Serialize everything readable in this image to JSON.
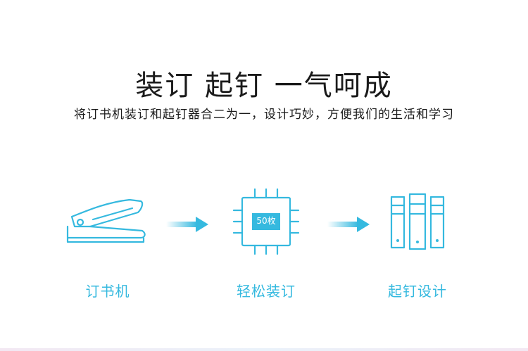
{
  "header": {
    "title": "装订 起钉 一气呵成",
    "subtitle": "将订书机装订和起钉器合二为一，设计巧妙，方便我们的生活和学习"
  },
  "steps": [
    {
      "label": "订书机",
      "icon": "stapler-icon"
    },
    {
      "label": "轻松装订",
      "icon": "chip-icon",
      "badge": "50枚"
    },
    {
      "label": "起钉设计",
      "icon": "staple-remover-icon"
    }
  ],
  "colors": {
    "accent": "#35b9df",
    "text": "#1a1a1a"
  }
}
